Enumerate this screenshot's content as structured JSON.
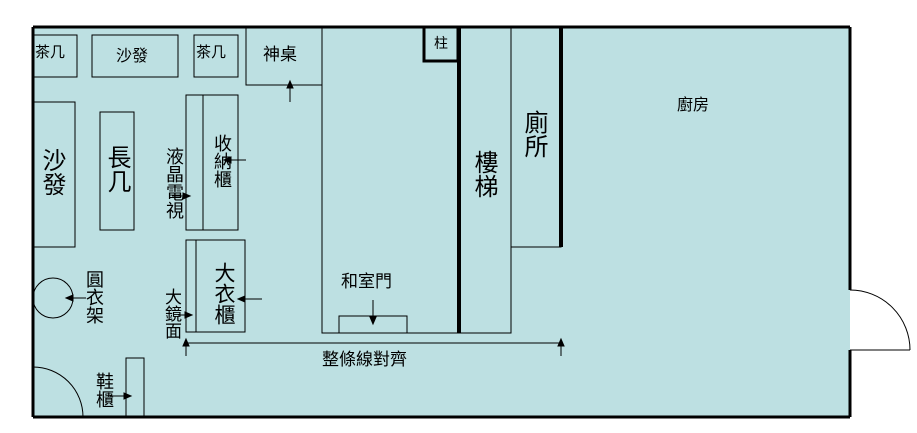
{
  "colors": {
    "floor": "#bde0e2",
    "wall": "#000000",
    "line": "#000000",
    "background": "#ffffff"
  },
  "labels": {
    "tea_table_left": "茶几",
    "sofa_top": "沙發",
    "tea_table_right": "茶几",
    "altar": "神桌",
    "pillar": "柱",
    "sofa_left": "沙發",
    "long_table": "長几",
    "lcd_tv": "液晶電視",
    "storage_cabinet": "收納櫃",
    "stairs": "樓梯",
    "toilet": "廁所",
    "kitchen": "廚房",
    "coat_rack": "圓衣架",
    "mirror": "大鏡面",
    "wardrobe": "大衣櫃",
    "washitsu_door": "和室門",
    "align_note": "整條線對齊",
    "shoe_cabinet": "鞋櫃"
  }
}
